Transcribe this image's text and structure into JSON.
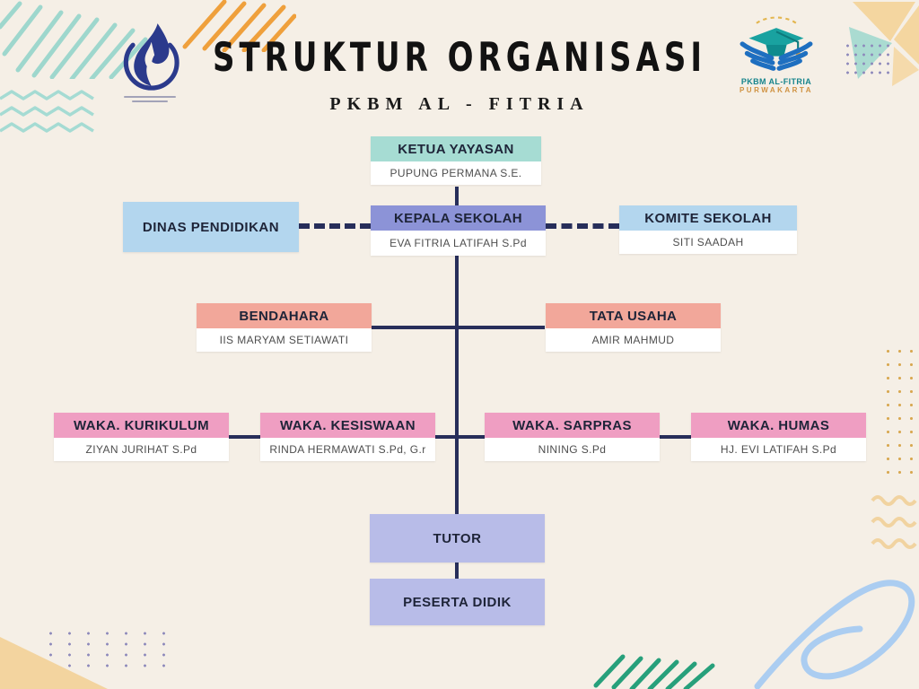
{
  "header": {
    "title": "STRUKTUR ORGANISASI",
    "subtitle": "PKBM AL - FITRIA"
  },
  "logo_right": {
    "line1": "PKBM AL-FITRIA",
    "line2": "PURWAKARTA"
  },
  "org": {
    "nodes": {
      "ketua_yayasan": {
        "label": "KETUA YAYASAN",
        "person": "PUPUNG PERMANA S.E."
      },
      "dinas_pendidikan": {
        "label": "DINAS PENDIDIKAN"
      },
      "kepala_sekolah": {
        "label": "KEPALA SEKOLAH",
        "person": "EVA FITRIA LATIFAH S.Pd"
      },
      "komite_sekolah": {
        "label": "KOMITE SEKOLAH",
        "person": "SITI SAADAH"
      },
      "bendahara": {
        "label": "BENDAHARA",
        "person": "IIS MARYAM SETIAWATI"
      },
      "tata_usaha": {
        "label": "TATA USAHA",
        "person": "AMIR MAHMUD"
      },
      "waka_kurikulum": {
        "label": "WAKA. KURIKULUM",
        "person": "ZIYAN JURIHAT S.Pd"
      },
      "waka_kesiswaan": {
        "label": "WAKA. KESISWAAN",
        "person": "RINDA HERMAWATI S.Pd, G.r"
      },
      "waka_sarpras": {
        "label": "WAKA. SARPRAS",
        "person": "NINING S.Pd"
      },
      "waka_humas": {
        "label": "WAKA. HUMAS",
        "person": "HJ. EVI LATIFAH S.Pd"
      },
      "tutor": {
        "label": "TUTOR"
      },
      "peserta_didik": {
        "label": "PESERTA DIDIK"
      }
    },
    "palette": {
      "background": "#f5efe6",
      "connector_navy": "#272e5a",
      "teal_header": "#a6dcd3",
      "blue_header": "#b3d6ee",
      "periwinkle_header": "#8c93d7",
      "salmon_header": "#f2a79a",
      "pink_header": "#ef9ec2",
      "lavender_box": "#b8bce8"
    }
  }
}
